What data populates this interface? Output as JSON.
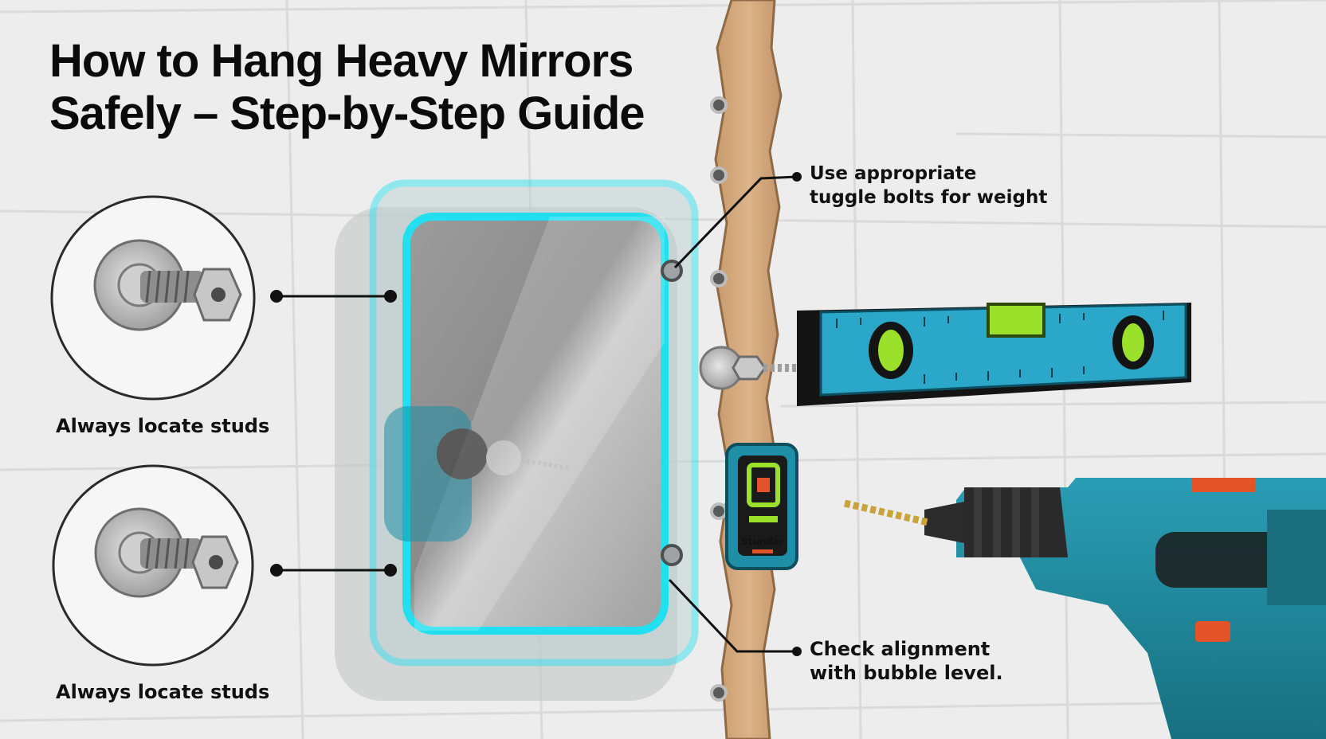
{
  "title": {
    "line1": "How to Hang Heavy Mirrors",
    "line2": "Safely – Step-by-Step Guide"
  },
  "callouts": {
    "studs_top": "Always locate studs",
    "studs_bottom": "Always locate studs",
    "toggle_line1": "Use appropriate",
    "toggle_line2": "tuggle bolts for weight",
    "level_line1": "Check alignment",
    "level_line2": "with bubble level."
  },
  "stud_finder": {
    "brand": "Stundar"
  },
  "colors": {
    "background": "#ededed",
    "mirror_glow": "#22e0f0",
    "tool_teal": "#1f8fa8",
    "level_blue": "#2aa7c9",
    "bubble_green": "#9be02a",
    "drill_accent": "#e2532a",
    "wood_stud": "#d3a77a"
  },
  "icons": [
    "bolt-closeup-icon",
    "mirror-icon",
    "bubble-level-icon",
    "stud-finder-icon",
    "cordless-drill-icon",
    "toggle-bolt-icon"
  ]
}
